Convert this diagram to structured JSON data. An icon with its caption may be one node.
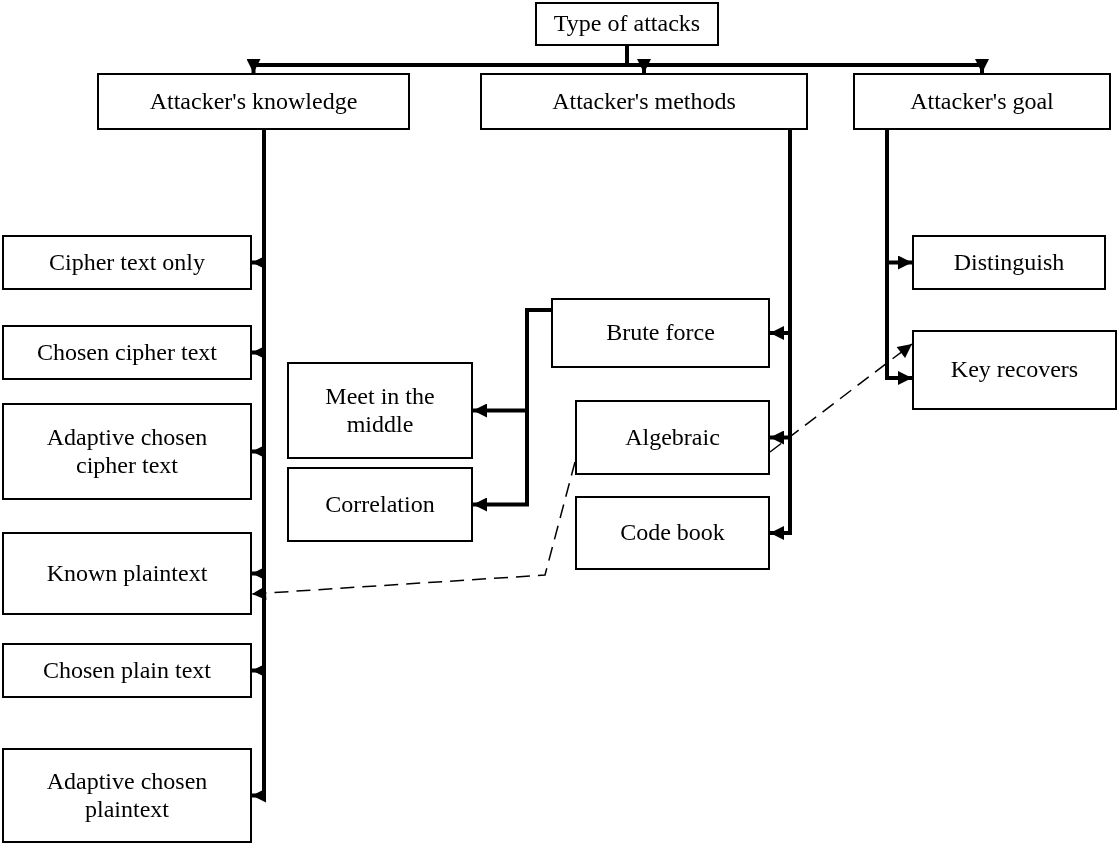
{
  "diagram": {
    "nodes": [
      {
        "text": [
          "Type of attacks"
        ]
      },
      {
        "text": [
          "Attacker's knowledge"
        ]
      },
      {
        "text": [
          "Attacker's methods"
        ]
      },
      {
        "text": [
          "Attacker's goal"
        ]
      },
      {
        "text": [
          "Cipher text only"
        ]
      },
      {
        "text": [
          "Chosen cipher text"
        ]
      },
      {
        "text": [
          "Adaptive chosen cipher text"
        ]
      },
      {
        "text": [
          "Known plaintext"
        ]
      },
      {
        "text": [
          "Chosen plain text"
        ]
      },
      {
        "text": [
          "Adaptive chosen plaintext"
        ]
      },
      {
        "text": [
          "Meet in the middle"
        ]
      },
      {
        "text": [
          "Correlation"
        ]
      },
      {
        "text": [
          "Brute force"
        ]
      },
      {
        "text": [
          "Algebraic"
        ]
      },
      {
        "text": [
          "Code book"
        ]
      },
      {
        "text": [
          "Distinguish"
        ]
      },
      {
        "text": [
          "Key recovers"
        ]
      }
    ],
    "edges": [
      {
        "from": 0,
        "to": 1,
        "arrow": "to"
      },
      {
        "from": 0,
        "to": 2,
        "arrow": "to"
      },
      {
        "from": 0,
        "to": 3,
        "arrow": "to"
      },
      {
        "from": 1,
        "to": 4,
        "arrow": "to"
      },
      {
        "from": 1,
        "to": 5,
        "arrow": "to"
      },
      {
        "from": 1,
        "to": 6,
        "arrow": "to"
      },
      {
        "from": 1,
        "to": 7,
        "arrow": "to"
      },
      {
        "from": 1,
        "to": 8,
        "arrow": "to"
      },
      {
        "from": 1,
        "to": 9,
        "arrow": "to"
      },
      {
        "from": 2,
        "to": 12,
        "arrow": "to"
      },
      {
        "from": 2,
        "to": 13,
        "arrow": "to"
      },
      {
        "from": 2,
        "to": 14,
        "arrow": "to"
      },
      {
        "from": 3,
        "to": 15,
        "arrow": "to"
      },
      {
        "from": 3,
        "to": 16,
        "arrow": "to"
      },
      {
        "from": 12,
        "to": 10,
        "arrow": "to"
      },
      {
        "from": 12,
        "to": 11,
        "arrow": "to"
      },
      {
        "from": 13,
        "to": 7,
        "arrow": "to",
        "style": "dashed"
      },
      {
        "from": 13,
        "to": 16,
        "arrow": "to",
        "style": "dashed"
      }
    ]
  }
}
